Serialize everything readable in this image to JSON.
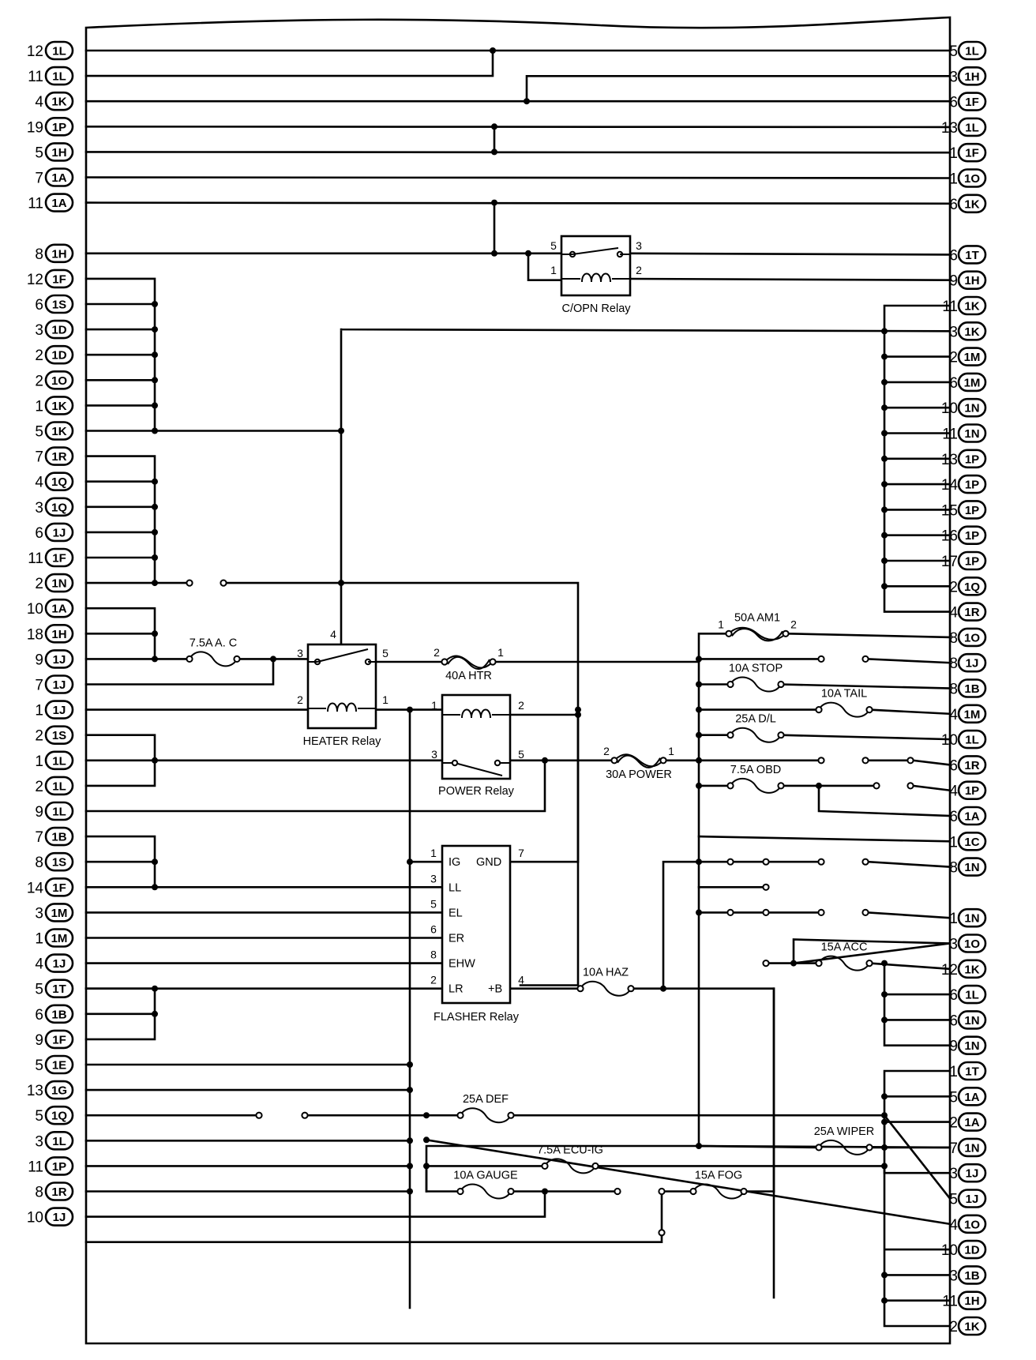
{
  "left_pins": [
    {
      "pin": "12",
      "conn": "1L"
    },
    {
      "pin": "11",
      "conn": "1L"
    },
    {
      "pin": "4",
      "conn": "1K"
    },
    {
      "pin": "19",
      "conn": "1P"
    },
    {
      "pin": "5",
      "conn": "1H"
    },
    {
      "pin": "7",
      "conn": "1A"
    },
    {
      "pin": "11",
      "conn": "1A"
    },
    {
      "pin": "8",
      "conn": "1H"
    },
    {
      "pin": "12",
      "conn": "1F"
    },
    {
      "pin": "6",
      "conn": "1S"
    },
    {
      "pin": "3",
      "conn": "1D"
    },
    {
      "pin": "2",
      "conn": "1D"
    },
    {
      "pin": "2",
      "conn": "1O"
    },
    {
      "pin": "1",
      "conn": "1K"
    },
    {
      "pin": "5",
      "conn": "1K"
    },
    {
      "pin": "7",
      "conn": "1R"
    },
    {
      "pin": "4",
      "conn": "1Q"
    },
    {
      "pin": "3",
      "conn": "1Q"
    },
    {
      "pin": "6",
      "conn": "1J"
    },
    {
      "pin": "11",
      "conn": "1F"
    },
    {
      "pin": "2",
      "conn": "1N"
    },
    {
      "pin": "10",
      "conn": "1A"
    },
    {
      "pin": "18",
      "conn": "1H"
    },
    {
      "pin": "9",
      "conn": "1J"
    },
    {
      "pin": "7",
      "conn": "1J"
    },
    {
      "pin": "1",
      "conn": "1J"
    },
    {
      "pin": "2",
      "conn": "1S"
    },
    {
      "pin": "1",
      "conn": "1L"
    },
    {
      "pin": "2",
      "conn": "1L"
    },
    {
      "pin": "9",
      "conn": "1L"
    },
    {
      "pin": "7",
      "conn": "1B"
    },
    {
      "pin": "8",
      "conn": "1S"
    },
    {
      "pin": "14",
      "conn": "1F"
    },
    {
      "pin": "3",
      "conn": "1M"
    },
    {
      "pin": "1",
      "conn": "1M"
    },
    {
      "pin": "4",
      "conn": "1J"
    },
    {
      "pin": "5",
      "conn": "1T"
    },
    {
      "pin": "6",
      "conn": "1B"
    },
    {
      "pin": "9",
      "conn": "1F"
    },
    {
      "pin": "5",
      "conn": "1E"
    },
    {
      "pin": "13",
      "conn": "1G"
    },
    {
      "pin": "5",
      "conn": "1Q"
    },
    {
      "pin": "3",
      "conn": "1L"
    },
    {
      "pin": "11",
      "conn": "1P"
    },
    {
      "pin": "8",
      "conn": "1R"
    },
    {
      "pin": "10",
      "conn": "1J"
    }
  ],
  "right_pins": [
    {
      "pin": "5",
      "conn": "1L"
    },
    {
      "pin": "3",
      "conn": "1H"
    },
    {
      "pin": "6",
      "conn": "1F"
    },
    {
      "pin": "13",
      "conn": "1L"
    },
    {
      "pin": "1",
      "conn": "1F"
    },
    {
      "pin": "1",
      "conn": "1O"
    },
    {
      "pin": "6",
      "conn": "1K"
    },
    {
      "pin": "6",
      "conn": "1T"
    },
    {
      "pin": "9",
      "conn": "1H"
    },
    {
      "pin": "11",
      "conn": "1K"
    },
    {
      "pin": "3",
      "conn": "1K"
    },
    {
      "pin": "2",
      "conn": "1M"
    },
    {
      "pin": "6",
      "conn": "1M"
    },
    {
      "pin": "10",
      "conn": "1N"
    },
    {
      "pin": "11",
      "conn": "1N"
    },
    {
      "pin": "13",
      "conn": "1P"
    },
    {
      "pin": "14",
      "conn": "1P"
    },
    {
      "pin": "15",
      "conn": "1P"
    },
    {
      "pin": "16",
      "conn": "1P"
    },
    {
      "pin": "17",
      "conn": "1P"
    },
    {
      "pin": "2",
      "conn": "1Q"
    },
    {
      "pin": "4",
      "conn": "1R"
    },
    {
      "pin": "8",
      "conn": "1O"
    },
    {
      "pin": "8",
      "conn": "1J"
    },
    {
      "pin": "8",
      "conn": "1B"
    },
    {
      "pin": "4",
      "conn": "1M"
    },
    {
      "pin": "10",
      "conn": "1L"
    },
    {
      "pin": "6",
      "conn": "1R"
    },
    {
      "pin": "4",
      "conn": "1P"
    },
    {
      "pin": "6",
      "conn": "1A"
    },
    {
      "pin": "1",
      "conn": "1C"
    },
    {
      "pin": "8",
      "conn": "1N"
    },
    {
      "pin": "1",
      "conn": "1N"
    },
    {
      "pin": "3",
      "conn": "1O"
    },
    {
      "pin": "12",
      "conn": "1K"
    },
    {
      "pin": "6",
      "conn": "1L"
    },
    {
      "pin": "6",
      "conn": "1N"
    },
    {
      "pin": "9",
      "conn": "1N"
    },
    {
      "pin": "1",
      "conn": "1T"
    },
    {
      "pin": "5",
      "conn": "1A"
    },
    {
      "pin": "2",
      "conn": "1A"
    },
    {
      "pin": "7",
      "conn": "1N"
    },
    {
      "pin": "3",
      "conn": "1J"
    },
    {
      "pin": "5",
      "conn": "1J"
    },
    {
      "pin": "4",
      "conn": "1O"
    },
    {
      "pin": "10",
      "conn": "1D"
    },
    {
      "pin": "3",
      "conn": "1B"
    },
    {
      "pin": "11",
      "conn": "1H"
    },
    {
      "pin": "2",
      "conn": "1K"
    }
  ],
  "fuses": [
    {
      "id": "ac",
      "label": "7.5A A. C",
      "type": "fuse"
    },
    {
      "id": "htr",
      "label": "40A HTR",
      "type": "fusible-link",
      "pin_left": "2",
      "pin_right": "1"
    },
    {
      "id": "power",
      "label": "30A POWER",
      "type": "fusible-link",
      "pin_left": "2",
      "pin_right": "1"
    },
    {
      "id": "am1",
      "label": "50A AM1",
      "type": "fusible-link",
      "pin_left": "1",
      "pin_right": "2"
    },
    {
      "id": "stop",
      "label": "10A STOP",
      "type": "fuse"
    },
    {
      "id": "tail",
      "label": "10A TAIL",
      "type": "fuse"
    },
    {
      "id": "dl",
      "label": "25A D/L",
      "type": "fuse"
    },
    {
      "id": "obd",
      "label": "7.5A OBD",
      "type": "fuse"
    },
    {
      "id": "haz",
      "label": "10A HAZ",
      "type": "fuse"
    },
    {
      "id": "acc",
      "label": "15A ACC",
      "type": "fuse"
    },
    {
      "id": "wiper",
      "label": "25A WIPER",
      "type": "fuse"
    },
    {
      "id": "def",
      "label": "25A DEF",
      "type": "fuse"
    },
    {
      "id": "ecuig",
      "label": "7.5A ECU-IG",
      "type": "fuse"
    },
    {
      "id": "gauge",
      "label": "10A GAUGE",
      "type": "fuse"
    },
    {
      "id": "fog",
      "label": "15A FOG",
      "type": "fuse"
    }
  ],
  "relays": {
    "copn": {
      "label": "C/OPN Relay",
      "pins": [
        "5",
        "3",
        "1",
        "2"
      ]
    },
    "heater": {
      "label": "HEATER Relay",
      "pins": [
        "4",
        "3",
        "5",
        "2",
        "1"
      ]
    },
    "power": {
      "label": "POWER Relay",
      "pins": [
        "1",
        "2",
        "3",
        "5"
      ]
    },
    "flasher": {
      "label": "FLASHER Relay",
      "left_pins": [
        "1",
        "3",
        "5",
        "6",
        "8",
        "2"
      ],
      "terminals": [
        "IG",
        "LL",
        "EL",
        "ER",
        "EHW",
        "LR"
      ],
      "gnd_label": "GND",
      "gnd_pin": "7",
      "b_label": "+B",
      "b_pin": "4"
    }
  }
}
